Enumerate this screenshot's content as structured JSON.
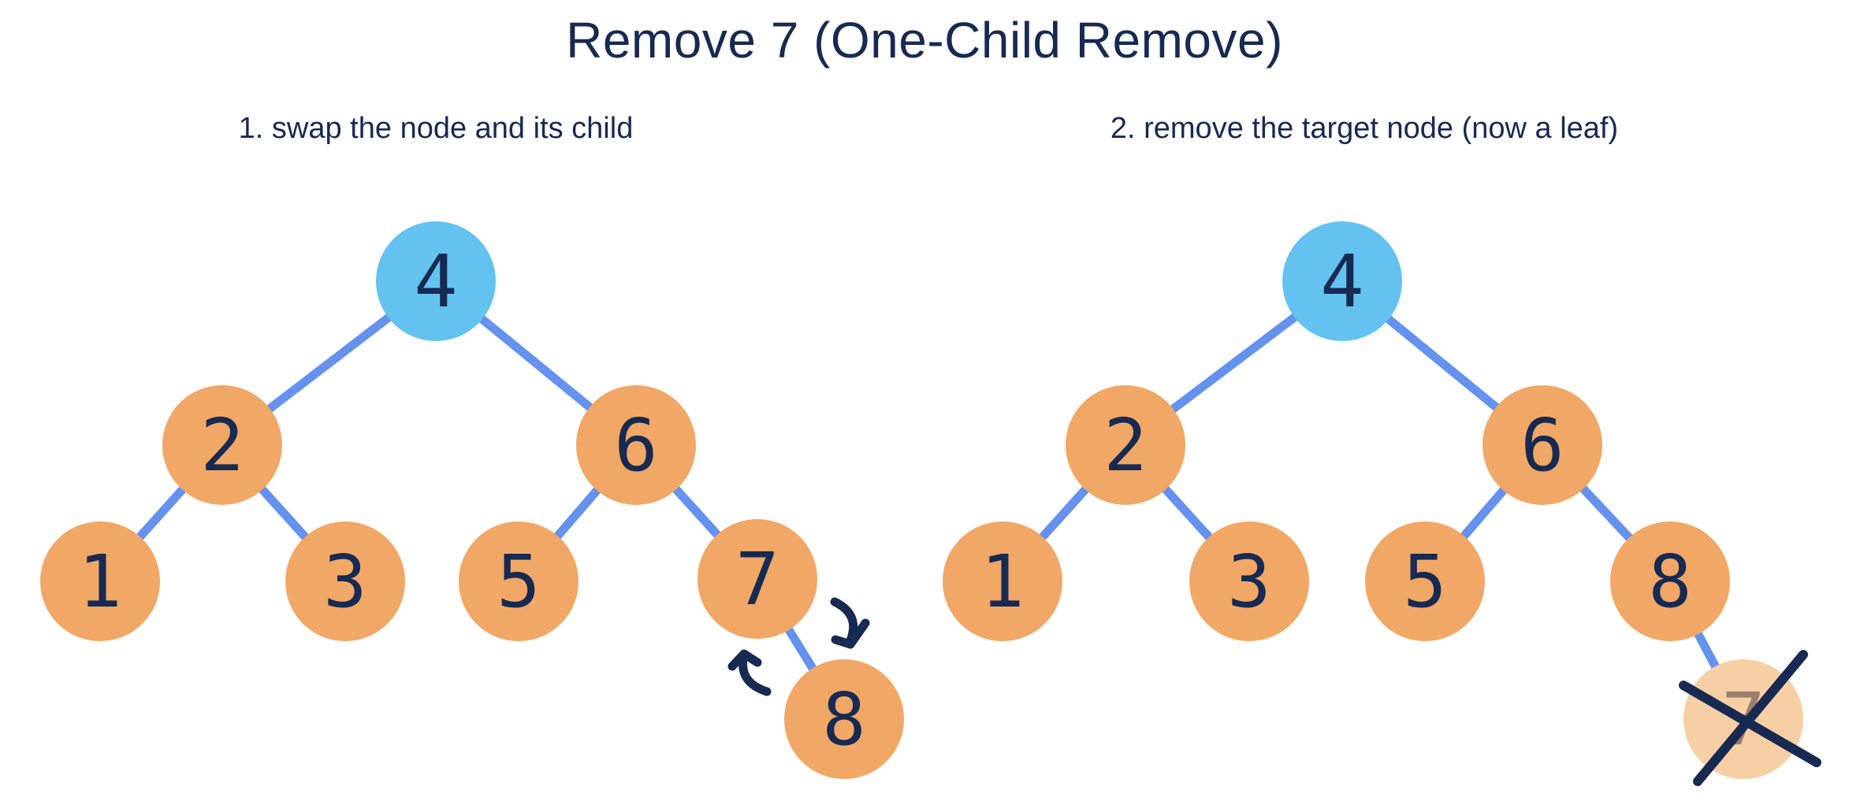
{
  "title": "Remove 7 (One-Child Remove)",
  "colors": {
    "ink": "#172a52",
    "root": "#63c2f0",
    "node": "#f1a766",
    "edge": "#6492ee",
    "faded_node": "#f7cfa5",
    "faded_ink": "#9b7d6c"
  },
  "panels": [
    {
      "caption": "1. swap the node and its child",
      "nodes": [
        "4",
        "2",
        "6",
        "1",
        "3",
        "5",
        "7",
        "8"
      ],
      "edges": [
        [
          "4",
          "2"
        ],
        [
          "4",
          "6"
        ],
        [
          "2",
          "1"
        ],
        [
          "2",
          "3"
        ],
        [
          "6",
          "5"
        ],
        [
          "6",
          "7"
        ],
        [
          "7",
          "8"
        ]
      ],
      "icons": [
        "swap-down-arrow-icon",
        "swap-up-arrow-icon"
      ]
    },
    {
      "caption": "2. remove the target node (now a leaf)",
      "nodes": [
        "4",
        "2",
        "6",
        "1",
        "3",
        "5",
        "8",
        "7"
      ],
      "edges": [
        [
          "4",
          "2"
        ],
        [
          "4",
          "6"
        ],
        [
          "2",
          "1"
        ],
        [
          "2",
          "3"
        ],
        [
          "6",
          "5"
        ],
        [
          "6",
          "8"
        ],
        [
          "8",
          "7"
        ]
      ],
      "removed_node": "7",
      "icons": [
        "remove-cross-icon"
      ]
    }
  ]
}
